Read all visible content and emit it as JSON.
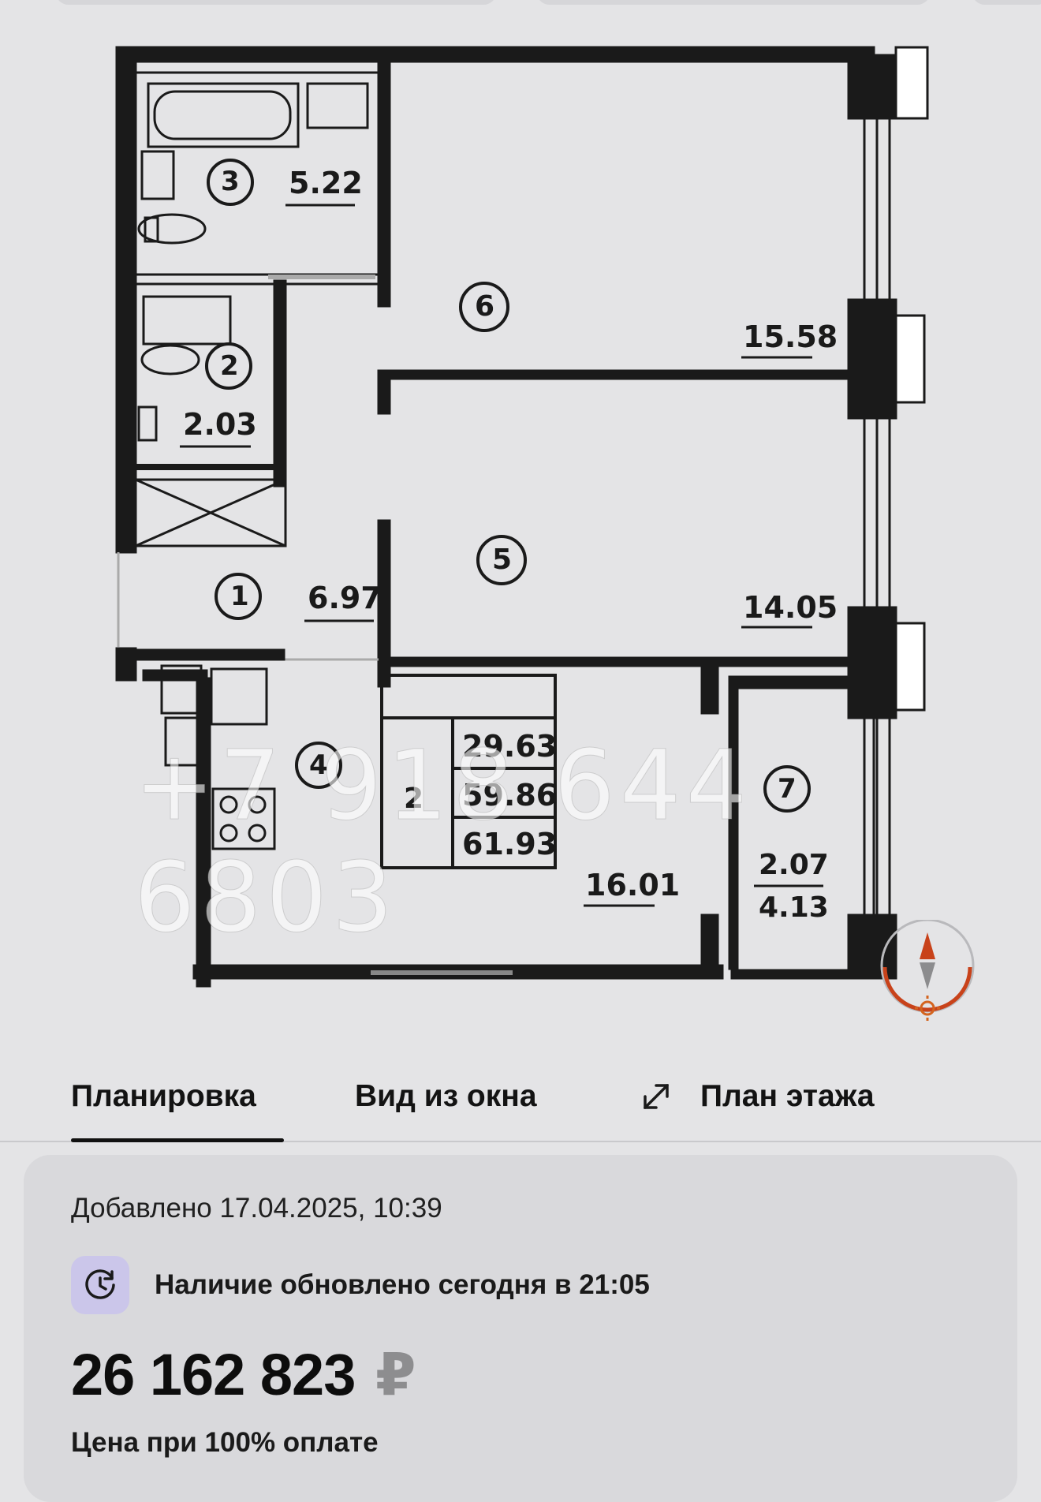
{
  "plan": {
    "rooms": [
      {
        "number": "1",
        "area": "6.97"
      },
      {
        "number": "2",
        "area": "2.03"
      },
      {
        "number": "3",
        "area": "5.22"
      },
      {
        "number": "4",
        "area": ""
      },
      {
        "number": "5",
        "area": "14.05"
      },
      {
        "number": "6",
        "area": "15.58"
      },
      {
        "number": "7",
        "area": "2.07",
        "area_secondary": "4.13"
      }
    ],
    "kitchen_area": "16.01",
    "summary_table": {
      "room_count": "2",
      "living_area": "29.63",
      "total_area_excl": "59.86",
      "total_area": "61.93"
    },
    "watermark": "+7 918 644 6803",
    "compass_icon": "compass-sun-icon"
  },
  "tabs": [
    {
      "label": "Планировка",
      "active": true
    },
    {
      "label": "Вид из окна",
      "active": false
    },
    {
      "label": "План этажа",
      "active": false,
      "icon": "expand-icon"
    }
  ],
  "info": {
    "added": "Добавлено 17.04.2025, 10:39",
    "availability": "Наличие обновлено сегодня в 21:05",
    "availability_icon": "clock-refresh-icon",
    "price": "26 162 823",
    "currency": "₽",
    "price_note": "Цена при 100% оплате"
  },
  "colors": {
    "background": "#e4e4e6",
    "card": "#d9d9dc",
    "compass_accent": "#c8421a",
    "icon_tile": "#cbc6ea"
  }
}
